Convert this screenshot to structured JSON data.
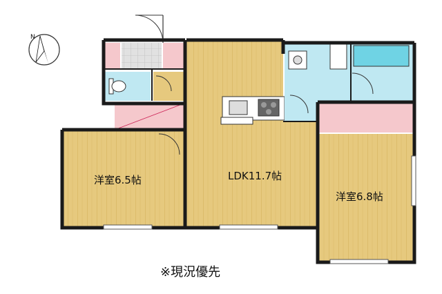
{
  "rooms": {
    "western_room_1": "洋室6.5帖",
    "ldk": "LDK11.7帖",
    "western_room_2": "洋室6.8帖"
  },
  "compass": {
    "north_label": "N"
  },
  "note": "※現況優先",
  "colors": {
    "floor_wood": "#e6c97e",
    "wood_stripe": "#d7b45f",
    "wet_area": "#bfe8f2",
    "closet": "#f5c8cc",
    "wall": "#1a1a1a",
    "tile": "#d9d9d9",
    "bath": "#6fd3e4"
  },
  "icons": [
    "compass-icon",
    "door-swing-icon",
    "toilet-icon",
    "washbasin-icon",
    "bathtub-icon",
    "kitchen-sink-icon",
    "stove-icon",
    "window-icon"
  ]
}
